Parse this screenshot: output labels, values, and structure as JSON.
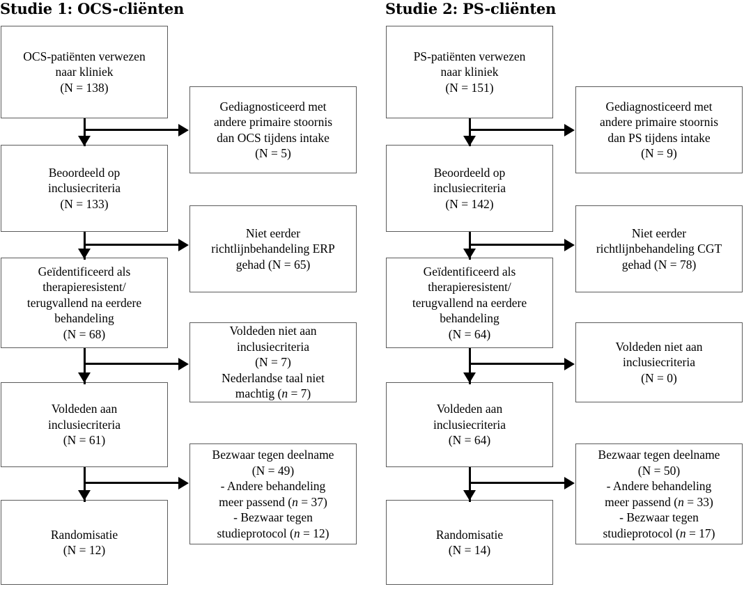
{
  "figure": {
    "type": "flowchart",
    "description": "Two parallel CONSORT-style participant flow diagrams",
    "columns": [
      {
        "id": "study-1",
        "title": "Studie 1: OCS-cliënten",
        "main_nodes": [
          {
            "id": "s1-referred",
            "lines": [
              "OCS-patiënten verwezen",
              "naar kliniek",
              "(N = 138)"
            ]
          },
          {
            "id": "s1-assessed",
            "lines": [
              "Beoordeeld op",
              "inclusiecriteria",
              "(N = 133)"
            ]
          },
          {
            "id": "s1-identified",
            "lines": [
              "Geïdentificeerd als",
              "therapieresistent/",
              "terugvallend na eerdere",
              "behandeling",
              "(N = 68)"
            ]
          },
          {
            "id": "s1-met-criteria",
            "lines": [
              "Voldeden aan",
              "inclusiecriteria",
              "(N = 61)"
            ]
          },
          {
            "id": "s1-randomised",
            "lines": [
              "Randomisatie",
              "(N = 12)"
            ]
          }
        ],
        "exclusion_nodes": [
          {
            "id": "s1-excl-diagnosis",
            "lines": [
              "Gediagnosticeerd met",
              "andere primaire stoornis",
              "dan OCS tijdens intake",
              "(N = 5)"
            ]
          },
          {
            "id": "s1-excl-no-prior",
            "lines": [
              "Niet eerder",
              "richtlijnbehandeling ERP",
              "gehad (N = 65)"
            ]
          },
          {
            "id": "s1-excl-criteria",
            "lines": [
              "Voldeden niet aan",
              "inclusiecriteria",
              "(N = 7)",
              "Nederlandse taal niet",
              "machtig (n = 7)"
            ],
            "italic_lines": [
              4
            ]
          },
          {
            "id": "s1-excl-objection",
            "lines": [
              "Bezwaar tegen deelname",
              "(N = 49)",
              "- Andere behandeling",
              "meer passend (n = 37)",
              "- Bezwaar tegen",
              "studieprotocol (n = 12)"
            ],
            "italic_lines": [
              3,
              5
            ]
          }
        ]
      },
      {
        "id": "study-2",
        "title": "Studie 2: PS-cliënten",
        "main_nodes": [
          {
            "id": "s2-referred",
            "lines": [
              "PS-patiënten verwezen",
              "naar kliniek",
              "(N = 151)"
            ]
          },
          {
            "id": "s2-assessed",
            "lines": [
              "Beoordeeld op",
              "inclusiecriteria",
              "(N = 142)"
            ]
          },
          {
            "id": "s2-identified",
            "lines": [
              "Geïdentificeerd als",
              "therapieresistent/",
              "terugvallend na eerdere",
              "behandeling",
              "(N = 64)"
            ]
          },
          {
            "id": "s2-met-criteria",
            "lines": [
              "Voldeden aan",
              "inclusiecriteria",
              "(N = 64)"
            ]
          },
          {
            "id": "s2-randomised",
            "lines": [
              "Randomisatie",
              "(N = 14)"
            ]
          }
        ],
        "exclusion_nodes": [
          {
            "id": "s2-excl-diagnosis",
            "lines": [
              "Gediagnosticeerd met",
              "andere primaire stoornis",
              "dan PS tijdens intake",
              "(N = 9)"
            ]
          },
          {
            "id": "s2-excl-no-prior",
            "lines": [
              "Niet eerder",
              "richtlijnbehandeling CGT",
              "gehad (N = 78)"
            ]
          },
          {
            "id": "s2-excl-criteria",
            "lines": [
              "Voldeden niet aan",
              "inclusiecriteria",
              "(N = 0)"
            ]
          },
          {
            "id": "s2-excl-objection",
            "lines": [
              "Bezwaar tegen deelname",
              "(N = 50)",
              "- Andere behandeling",
              "meer passend (n = 33)",
              "- Bezwaar tegen",
              "studieprotocol (n = 17)"
            ],
            "italic_lines": [
              3,
              5
            ]
          }
        ]
      }
    ],
    "colors": {
      "box_border": "#5a5a5a",
      "connector": "#000000",
      "background": "#ffffff",
      "text": "#000000"
    }
  }
}
